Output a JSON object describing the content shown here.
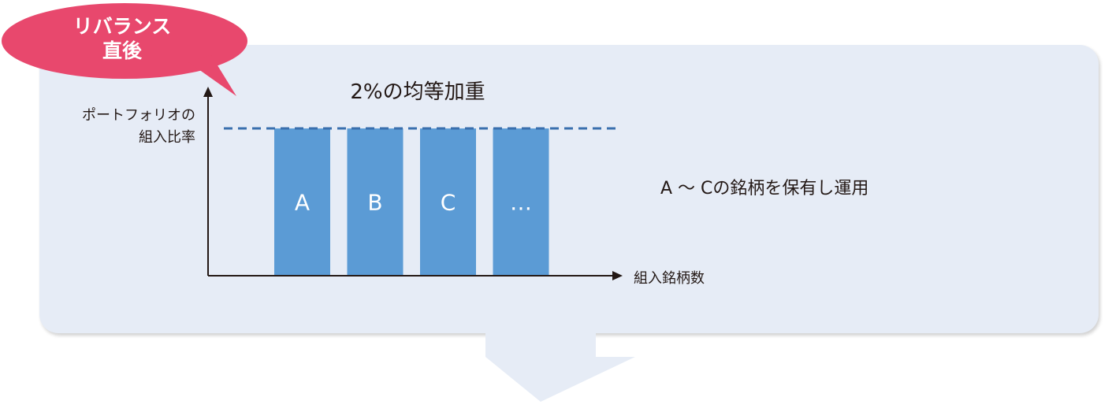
{
  "badge": {
    "line1": "リバランス",
    "line2": "直後"
  },
  "ylabel": {
    "line1": "ポートフォリオの",
    "line2": "組入比率"
  },
  "note": "A ～ Cの銘柄を保有し運用",
  "colors": {
    "panel": "#e6ecf6",
    "bar": "#5b9bd5",
    "dashed_line": "#3a6fae",
    "badge": "#e8486d",
    "arrow": "#e6ecf6"
  },
  "chart_data": {
    "type": "bar",
    "title": "2%の均等加重",
    "xlabel": "組入銘柄数",
    "ylabel": "ポートフォリオの組入比率",
    "categories": [
      "A",
      "B",
      "C",
      "…"
    ],
    "values": [
      2,
      2,
      2,
      2
    ],
    "reference_line": {
      "value": 2,
      "style": "dashed"
    },
    "ylim": [
      0,
      2.3
    ],
    "grid": false,
    "legend": "none"
  }
}
